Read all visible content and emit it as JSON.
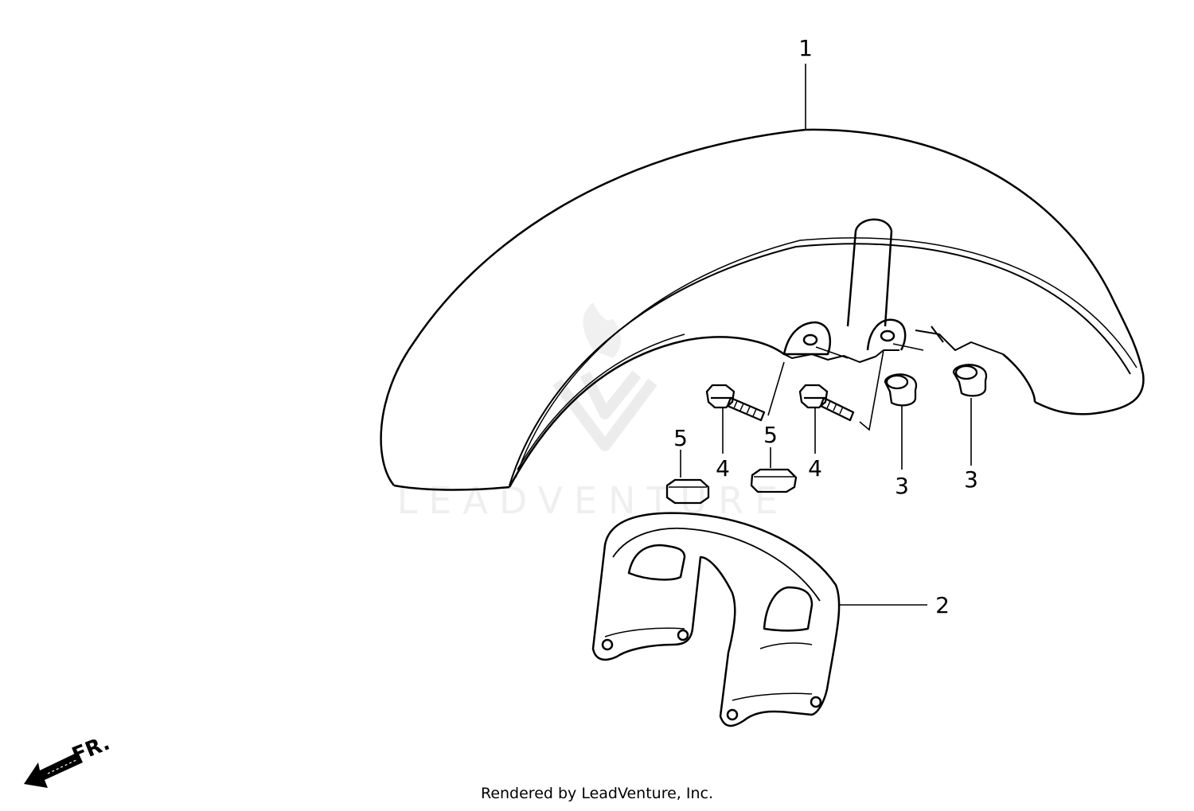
{
  "callouts": {
    "c1": "1",
    "c2": "2",
    "c3a": "3",
    "c3b": "3",
    "c4a": "4",
    "c4b": "4",
    "c5a": "5",
    "c5b": "5"
  },
  "direction_label": "FR.",
  "watermark": "LEADVENTURE",
  "credit": "Rendered by LeadVenture, Inc."
}
